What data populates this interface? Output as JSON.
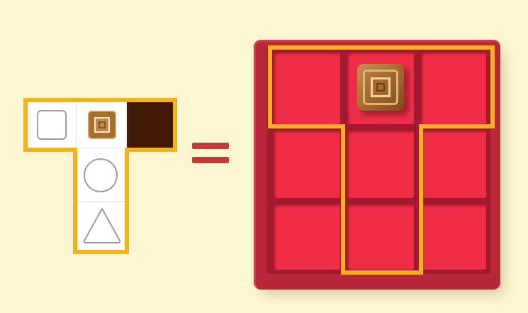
{
  "puzzle": {
    "key_piece": {
      "shape": "T",
      "outline_color": "#f6b21c",
      "cells": [
        {
          "row": 0,
          "col": 0,
          "content": "empty-square-outline"
        },
        {
          "row": 0,
          "col": 1,
          "content": "caramel-chocolate"
        },
        {
          "row": 0,
          "col": 2,
          "content": "dark-chocolate"
        },
        {
          "row": 1,
          "col": 1,
          "content": "circle-outline"
        },
        {
          "row": 2,
          "col": 1,
          "content": "triangle-outline"
        }
      ]
    },
    "operator": "equals",
    "box": {
      "rows": 3,
      "cols": 3,
      "box_color": "#b8283a",
      "slot_color": "#ef2d47",
      "highlight_color": "#f6b21c",
      "highlighted_region": "T",
      "chocolates": [
        {
          "row": 0,
          "col": 1,
          "type": "caramel-chocolate"
        }
      ]
    }
  }
}
